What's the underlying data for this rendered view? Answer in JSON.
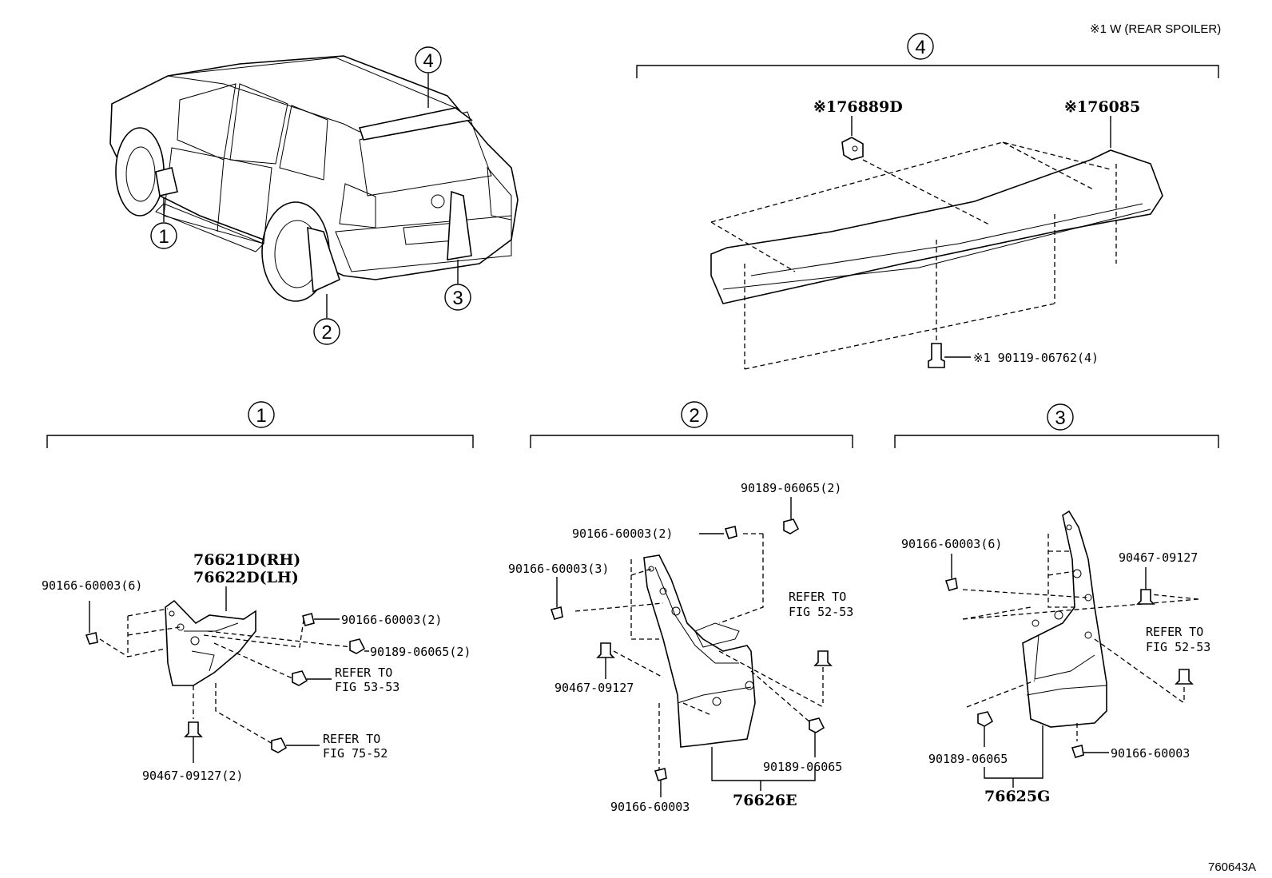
{
  "header_note": "※1 W (REAR SPOILER)",
  "figure_code": "760643A",
  "callouts": {
    "c1": "1",
    "c2": "2",
    "c3": "3",
    "c4": "4"
  },
  "section4": {
    "bracket_number": "4",
    "parts": {
      "p76889D": "※176889D",
      "p76085": "※176085",
      "p90119": "※1 90119-06762(4)"
    }
  },
  "section1": {
    "bracket_number": "1",
    "parts": {
      "rh": "76621D(RH)",
      "lh": "76622D(LH)",
      "screw6": "90166-60003(6)",
      "screw2": "90166-60003(2)",
      "nut2": "90189-06065(2)",
      "ref5353a": "REFER TO",
      "ref5353b": "FIG 53-53",
      "ref7552a": "REFER TO",
      "ref7552b": "FIG 75-52",
      "clip2": "90467-09127(2)"
    }
  },
  "section2": {
    "bracket_number": "2",
    "parts": {
      "nut2": "90189-06065(2)",
      "screw2": "90166-60003(2)",
      "screw3": "90166-60003(3)",
      "ref5253a": "REFER TO",
      "ref5253b": "FIG 52-53",
      "clip": "90467-09127",
      "nut": "90189-06065",
      "screw": "90166-60003",
      "main": "76626E"
    }
  },
  "section3": {
    "bracket_number": "3",
    "parts": {
      "screw6": "90166-60003(6)",
      "clip": "90467-09127",
      "ref5253a": "REFER TO",
      "ref5253b": "FIG 52-53",
      "nut": "90189-06065",
      "screw": "90166-60003",
      "main": "76625G"
    }
  }
}
